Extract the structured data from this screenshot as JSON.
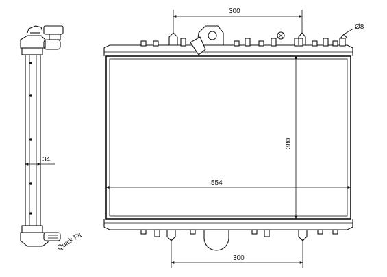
{
  "dimensions": {
    "top_spacing": "300",
    "bottom_spacing": "300",
    "height": "380",
    "width": "554",
    "depth": "34",
    "hole_diameter": "Ø8"
  },
  "labels": {
    "connector": "Quick Fit"
  }
}
